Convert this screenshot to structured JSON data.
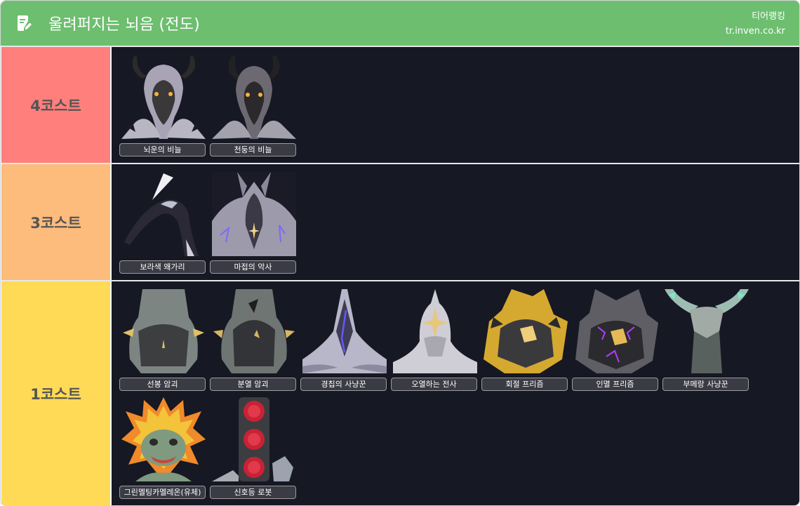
{
  "header": {
    "title": "울려퍼지는 뇌음 (전도)",
    "brand_line1": "티어랭킹",
    "brand_line2": "tr.inven.co.kr",
    "icon": "edit-note-icon",
    "color": "#6dbe6f"
  },
  "tiers": [
    {
      "label": "4코스트",
      "color": "#fe7f7c",
      "units": [
        {
          "name": "뇌운의 비늘"
        },
        {
          "name": "천둥의 비늘"
        }
      ]
    },
    {
      "label": "3코스트",
      "color": "#fdbb7c",
      "units": [
        {
          "name": "보라색 왜가리"
        },
        {
          "name": "마접의 악사"
        }
      ]
    },
    {
      "label": "1코스트",
      "color": "#ffda57",
      "units": [
        {
          "name": "선봉 암괴"
        },
        {
          "name": "분열 암괴"
        },
        {
          "name": "경칩의 사냥꾼"
        },
        {
          "name": "오열하는 전사"
        },
        {
          "name": "회절 프리즘"
        },
        {
          "name": "인멸 프리즘"
        },
        {
          "name": "부메랑 사냥꾼"
        },
        {
          "name": "그린멜팅카멜레온(유체)"
        },
        {
          "name": "신호등 로봇"
        }
      ]
    }
  ]
}
